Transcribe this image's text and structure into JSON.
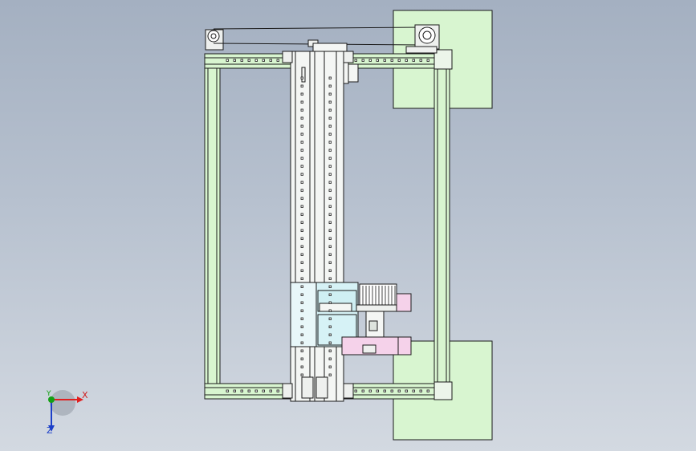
{
  "viewport": {
    "background_top": "#a4b0c1",
    "background_bottom": "#d3d9e1"
  },
  "triad": {
    "x_label": "X",
    "y_label": "Y",
    "z_label": "Z",
    "x_color": "#e02020",
    "y_color": "#14a014",
    "z_color": "#1c3fc8"
  },
  "colors": {
    "frame_green": "#d8f5d0",
    "line": "#1a1a1a",
    "rail_white": "#f4f6f4",
    "carriage_blue": "#d6f2f6",
    "pink_part": "#f5d2ea"
  }
}
